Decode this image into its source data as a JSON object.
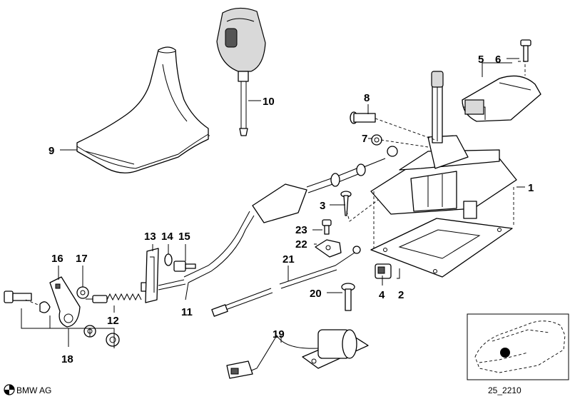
{
  "callouts": {
    "p1": "1",
    "p2": "2",
    "p3": "3",
    "p4": "4",
    "p5": "5",
    "p6": "6",
    "p7": "7",
    "p8": "8",
    "p9": "9",
    "p10": "10",
    "p11": "11",
    "p12": "12",
    "p13": "13",
    "p14": "14",
    "p15": "15",
    "p16": "16",
    "p17": "17",
    "p18": "18",
    "p19": "19",
    "p20": "20",
    "p21": "21",
    "p22": "22",
    "p23": "23"
  },
  "footer": {
    "brand": "BMW AG",
    "diagram_code": "25_2210"
  }
}
